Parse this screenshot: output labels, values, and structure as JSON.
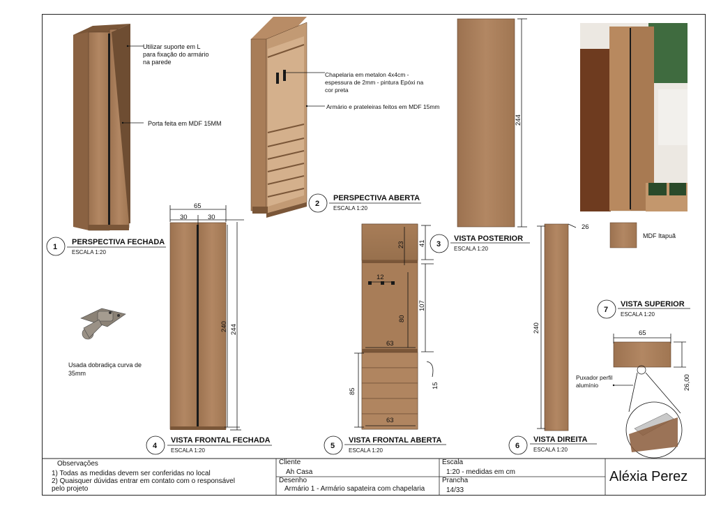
{
  "annotations": {
    "wall_bracket": [
      "Utilizar suporte em L",
      "para fixação do armário",
      "na parede"
    ],
    "door_material": "Porta feita em MDF 15MM",
    "hanger": [
      "Chapelaria em metalon 4x4cm -",
      "espessura de 2mm - pintura Epóxi na",
      "cor preta"
    ],
    "cabinet_material": "Armário e prateleiras feitos em MDF 15mm",
    "hinge": [
      "Usada dobradiça curva de",
      "35mm"
    ],
    "handle": [
      "Puxador perfil",
      "alumínio"
    ],
    "material_swatch": "MDF Itapuã"
  },
  "views": [
    {
      "number": "1",
      "title": "PERSPECTIVA FECHADA",
      "scale": "ESCALA 1:20"
    },
    {
      "number": "2",
      "title": "PERSPECTIVA ABERTA",
      "scale": "ESCALA 1:20"
    },
    {
      "number": "3",
      "title": "VISTA POSTERIOR",
      "scale": "ESCALA 1:20"
    },
    {
      "number": "4",
      "title": "VISTA FRONTAL FECHADA",
      "scale": "ESCALA 1:20"
    },
    {
      "number": "5",
      "title": "VISTA FRONTAL ABERTA",
      "scale": "ESCALA 1:20"
    },
    {
      "number": "6",
      "title": "VISTA DIREITA",
      "scale": "ESCALA 1:20"
    },
    {
      "number": "7",
      "title": "VISTA SUPERIOR",
      "scale": "ESCALA 1:20"
    }
  ],
  "dimensions": {
    "front_total_width": "65",
    "front_left_width": "30",
    "front_right_width": "30",
    "front_inner_height": "240",
    "front_total_height": "244",
    "rear_height": "244",
    "open_top": "41",
    "open_top_inner": "23",
    "open_hook_spacing": "12",
    "open_hanger_height": "107",
    "open_hanger_inner": "80",
    "open_width_upper": "63",
    "open_shelf_gap": "15",
    "open_shelves_height": "85",
    "open_width_lower": "63",
    "side_depth": "26",
    "side_height": "240",
    "top_width": "65",
    "top_depth": "26,00"
  },
  "titleblock": {
    "obs_label": "Observações",
    "obs_1": "1) Todas as medidas devem ser conferidas no local",
    "obs_2a": "2) Quaisquer dúvidas entrar em contato com o responsável",
    "obs_2b": "pelo projeto",
    "client_label": "Cliente",
    "client_value": "Ah Casa",
    "drawing_label": "Desenho",
    "drawing_value": "Armário 1 - Armário sapateira com chapelaria",
    "scale_label": "Escala",
    "scale_value": "1:20 - medidas em cm",
    "sheet_label": "Prancha",
    "sheet_value": "14/33",
    "author": "Aléxia Perez"
  },
  "colors": {
    "wood": "#a57a55",
    "wood_dark": "#8a6242",
    "wood_light": "#b88c66",
    "line": "#111111"
  }
}
